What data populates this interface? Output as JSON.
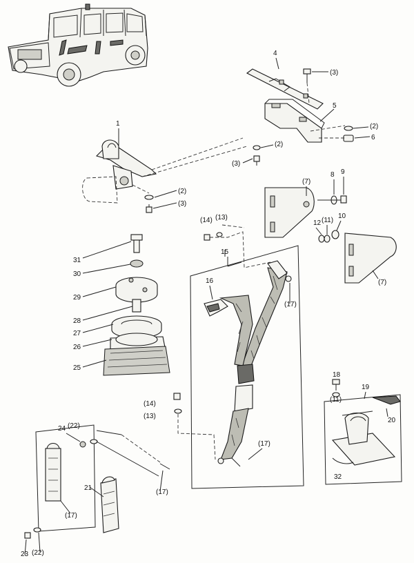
{
  "labels": {
    "p1": "1",
    "p2a": "(2)",
    "p2b": "(2)",
    "p2c": "(2)",
    "p3a": "(3)",
    "p3b": "(3)",
    "p3c": "(3)",
    "p4": "4",
    "p5": "5",
    "p6": "6",
    "p7a": "(7)",
    "p7b": "(7)",
    "p8": "8",
    "p9": "9",
    "p10": "10",
    "p11a": "(11)",
    "p11b": "(11)",
    "p12": "12",
    "p13a": "(13)",
    "p13b": "(13)",
    "p14a": "(14)",
    "p14b": "(14)",
    "p15": "15",
    "p16": "16",
    "p17a": "(17)",
    "p17b": "(17)",
    "p17c": "(17)",
    "p17d": "(17)",
    "p18": "18",
    "p19": "19",
    "p20": "20",
    "p21": "21",
    "p22a": "(22)",
    "p22b": "(22)",
    "p23": "23",
    "p24": "24",
    "p25": "25",
    "p26": "26",
    "p27": "27",
    "p28": "28",
    "p29": "29",
    "p30": "30",
    "p31": "31",
    "p32": "32"
  },
  "icons": {
    "vehicle": "vehicle-icon"
  }
}
